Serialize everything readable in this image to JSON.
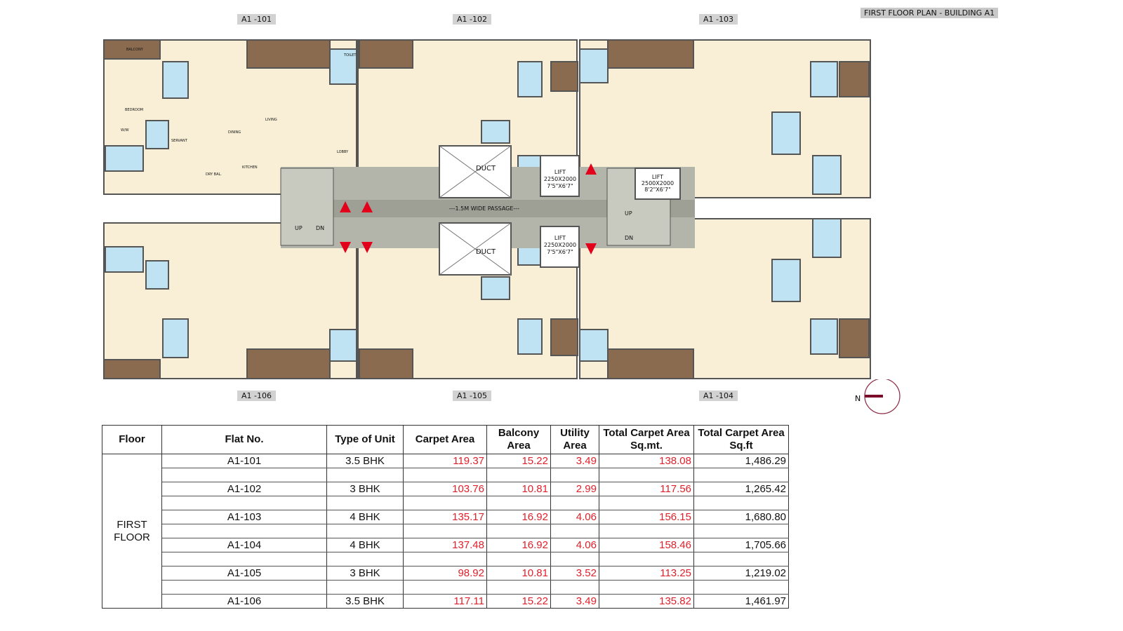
{
  "title": "FIRST FLOOR PLAN - BUILDING A1",
  "units_top": [
    "A1 -101",
    "A1 -102",
    "A1 -103"
  ],
  "units_bottom": [
    "A1 -106",
    "A1 -105",
    "A1 -104"
  ],
  "plan": {
    "passage": "---1.5M WIDE PASSAGE---",
    "duct": "DUCT",
    "lift_left": [
      "LIFT",
      "2250X2000",
      "7'5\"X6'7\""
    ],
    "lift_right": [
      "LIFT",
      "2500X2000",
      "8'2\"X6'7\""
    ],
    "up": "UP",
    "dn": "DN",
    "rooms": [
      "BALCONY",
      "BEDROOM",
      "TOILET",
      "LIVING",
      "DINING",
      "KITCHEN",
      "LOBBY",
      "DRY BAL.",
      "W/W",
      "SERVANT"
    ]
  },
  "compass": {
    "label": "N",
    "color": "#7a0c2a"
  },
  "colors": {
    "floor": "#f8efd6",
    "balcony": "#8b6b4f",
    "toilet": "#bfe3f2",
    "core": "#b4b5aa",
    "wall": "#555555",
    "red_values": "#e0202a"
  },
  "table": {
    "headers": [
      "Floor",
      "Flat No.",
      "Type of Unit",
      "Carpet Area",
      "Balcony Area",
      "Utility Area",
      "Total Carpet Area Sq.mt.",
      "Total Carpet Area Sq.ft"
    ],
    "floor": "FIRST FLOOR",
    "rows": [
      {
        "flat": "A1-101",
        "type": "3.5 BHK",
        "carpet": "119.37",
        "balcony": "15.22",
        "utility": "3.49",
        "total_sqm": "138.08",
        "total_sqft": "1,486.29"
      },
      {
        "flat": "A1-102",
        "type": "3 BHK",
        "carpet": "103.76",
        "balcony": "10.81",
        "utility": "2.99",
        "total_sqm": "117.56",
        "total_sqft": "1,265.42"
      },
      {
        "flat": "A1-103",
        "type": "4 BHK",
        "carpet": "135.17",
        "balcony": "16.92",
        "utility": "4.06",
        "total_sqm": "156.15",
        "total_sqft": "1,680.80"
      },
      {
        "flat": "A1-104",
        "type": "4 BHK",
        "carpet": "137.48",
        "balcony": "16.92",
        "utility": "4.06",
        "total_sqm": "158.46",
        "total_sqft": "1,705.66"
      },
      {
        "flat": "A1-105",
        "type": "3 BHK",
        "carpet": "98.92",
        "balcony": "10.81",
        "utility": "3.52",
        "total_sqm": "113.25",
        "total_sqft": "1,219.02"
      },
      {
        "flat": "A1-106",
        "type": "3.5 BHK",
        "carpet": "117.11",
        "balcony": "15.22",
        "utility": "3.49",
        "total_sqm": "135.82",
        "total_sqft": "1,461.97"
      }
    ]
  }
}
